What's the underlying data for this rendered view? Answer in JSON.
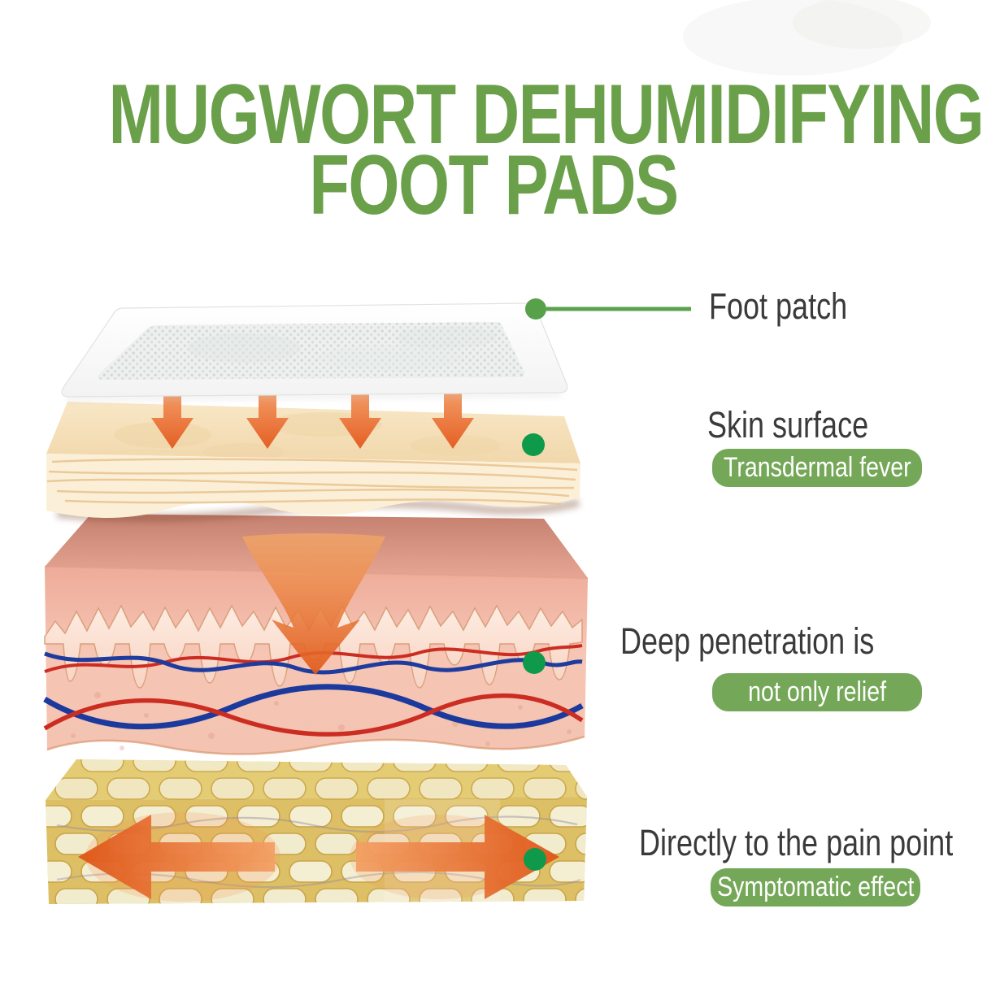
{
  "title": {
    "line1": "MUGWORT DEHUMIDIFYING",
    "line2": "FOOT PADS"
  },
  "annotations": [
    {
      "id": "foot-patch",
      "label": "Foot patch",
      "badge": ""
    },
    {
      "id": "skin-surface",
      "label": "Skin surface",
      "badge": "Transdermal fever"
    },
    {
      "id": "deep-penetration",
      "label": "Deep penetration is",
      "badge": "not only relief"
    },
    {
      "id": "pain-point",
      "label": "Directly to the pain point",
      "badge": "Symptomatic effect"
    }
  ],
  "diagram": {
    "layers": [
      {
        "name": "foot-patch",
        "description": "white mesh foot patch"
      },
      {
        "name": "skin-surface",
        "description": "cream skin surface slab with heat arrows"
      },
      {
        "name": "dermis",
        "description": "pink dermis block with blood vessels and big penetration arrow"
      },
      {
        "name": "subcutaneous-fat",
        "description": "yellow fat layer with left and right spreading arrows"
      }
    ]
  },
  "colors": {
    "title_green": "#6ba04a",
    "badge_green": "#74a757",
    "marker_dot_green": "#0f9a4b",
    "leader_line_light_green": "#8cbb69",
    "label_text": "#3a3a3a",
    "badge_text": "#ffffff",
    "arrow_orange_light": "#f3a065",
    "arrow_orange_dark": "#df5517",
    "skin_cream": "#fbf0d7",
    "dermis_pink": "#f5c2b1",
    "epidermis_cream": "#fbdccc",
    "fat_yellow": "#ddc065",
    "vessel_red": "#cc2d22",
    "vessel_blue": "#1e3b9e",
    "patch_white": "#fdfdfd"
  }
}
